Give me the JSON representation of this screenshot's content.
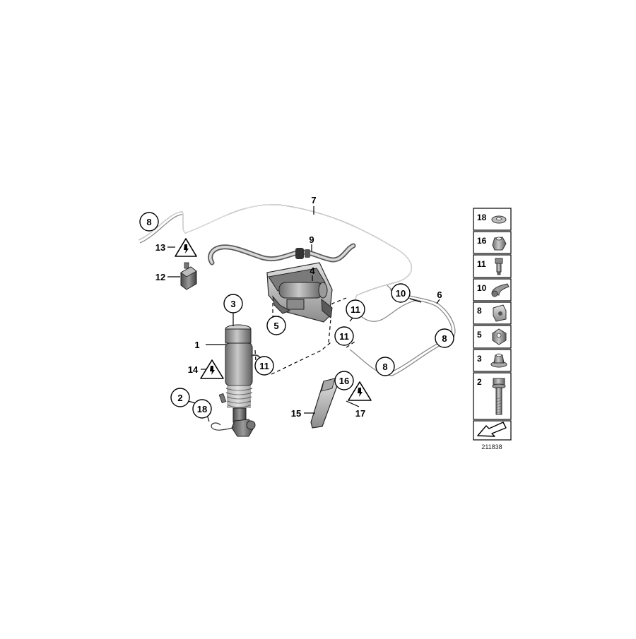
{
  "diagram_id": "211838",
  "callouts": [
    {
      "id": "c1",
      "label": "1",
      "style": "plain"
    },
    {
      "id": "c2",
      "label": "2",
      "style": "circle"
    },
    {
      "id": "c3",
      "label": "3",
      "style": "circle"
    },
    {
      "id": "c4",
      "label": "4",
      "style": "plain"
    },
    {
      "id": "c5",
      "label": "5",
      "style": "circle"
    },
    {
      "id": "c6",
      "label": "6",
      "style": "plain"
    },
    {
      "id": "c7",
      "label": "7",
      "style": "plain"
    },
    {
      "id": "c8a",
      "label": "8",
      "style": "circle"
    },
    {
      "id": "c8b",
      "label": "8",
      "style": "circle"
    },
    {
      "id": "c8c",
      "label": "8",
      "style": "circle"
    },
    {
      "id": "c9",
      "label": "9",
      "style": "plain"
    },
    {
      "id": "c10",
      "label": "10",
      "style": "circle"
    },
    {
      "id": "c11a",
      "label": "11",
      "style": "circle"
    },
    {
      "id": "c11b",
      "label": "11",
      "style": "circle"
    },
    {
      "id": "c11c",
      "label": "11",
      "style": "circle"
    },
    {
      "id": "c12",
      "label": "12",
      "style": "plain"
    },
    {
      "id": "c13",
      "label": "13",
      "style": "plain"
    },
    {
      "id": "c14",
      "label": "14",
      "style": "plain"
    },
    {
      "id": "c15",
      "label": "15",
      "style": "plain"
    },
    {
      "id": "c16",
      "label": "16",
      "style": "circle"
    },
    {
      "id": "c17",
      "label": "17",
      "style": "plain"
    },
    {
      "id": "c18",
      "label": "18",
      "style": "circle"
    }
  ],
  "side_table": [
    "18",
    "16",
    "11",
    "10",
    "8",
    "5",
    "3",
    "2"
  ],
  "side_icons": [
    "washer-icon",
    "nut-icon",
    "valve-icon",
    "clip-icon",
    "bracket-icon",
    "cage-nut-icon",
    "flange-nut-icon",
    "bolt-icon"
  ]
}
